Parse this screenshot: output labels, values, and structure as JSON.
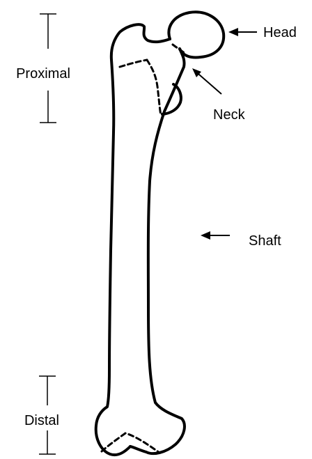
{
  "labels": {
    "head": "Head",
    "neck": "Neck",
    "shaft": "Shaft",
    "proximal": "Proximal",
    "distal": "Distal"
  }
}
